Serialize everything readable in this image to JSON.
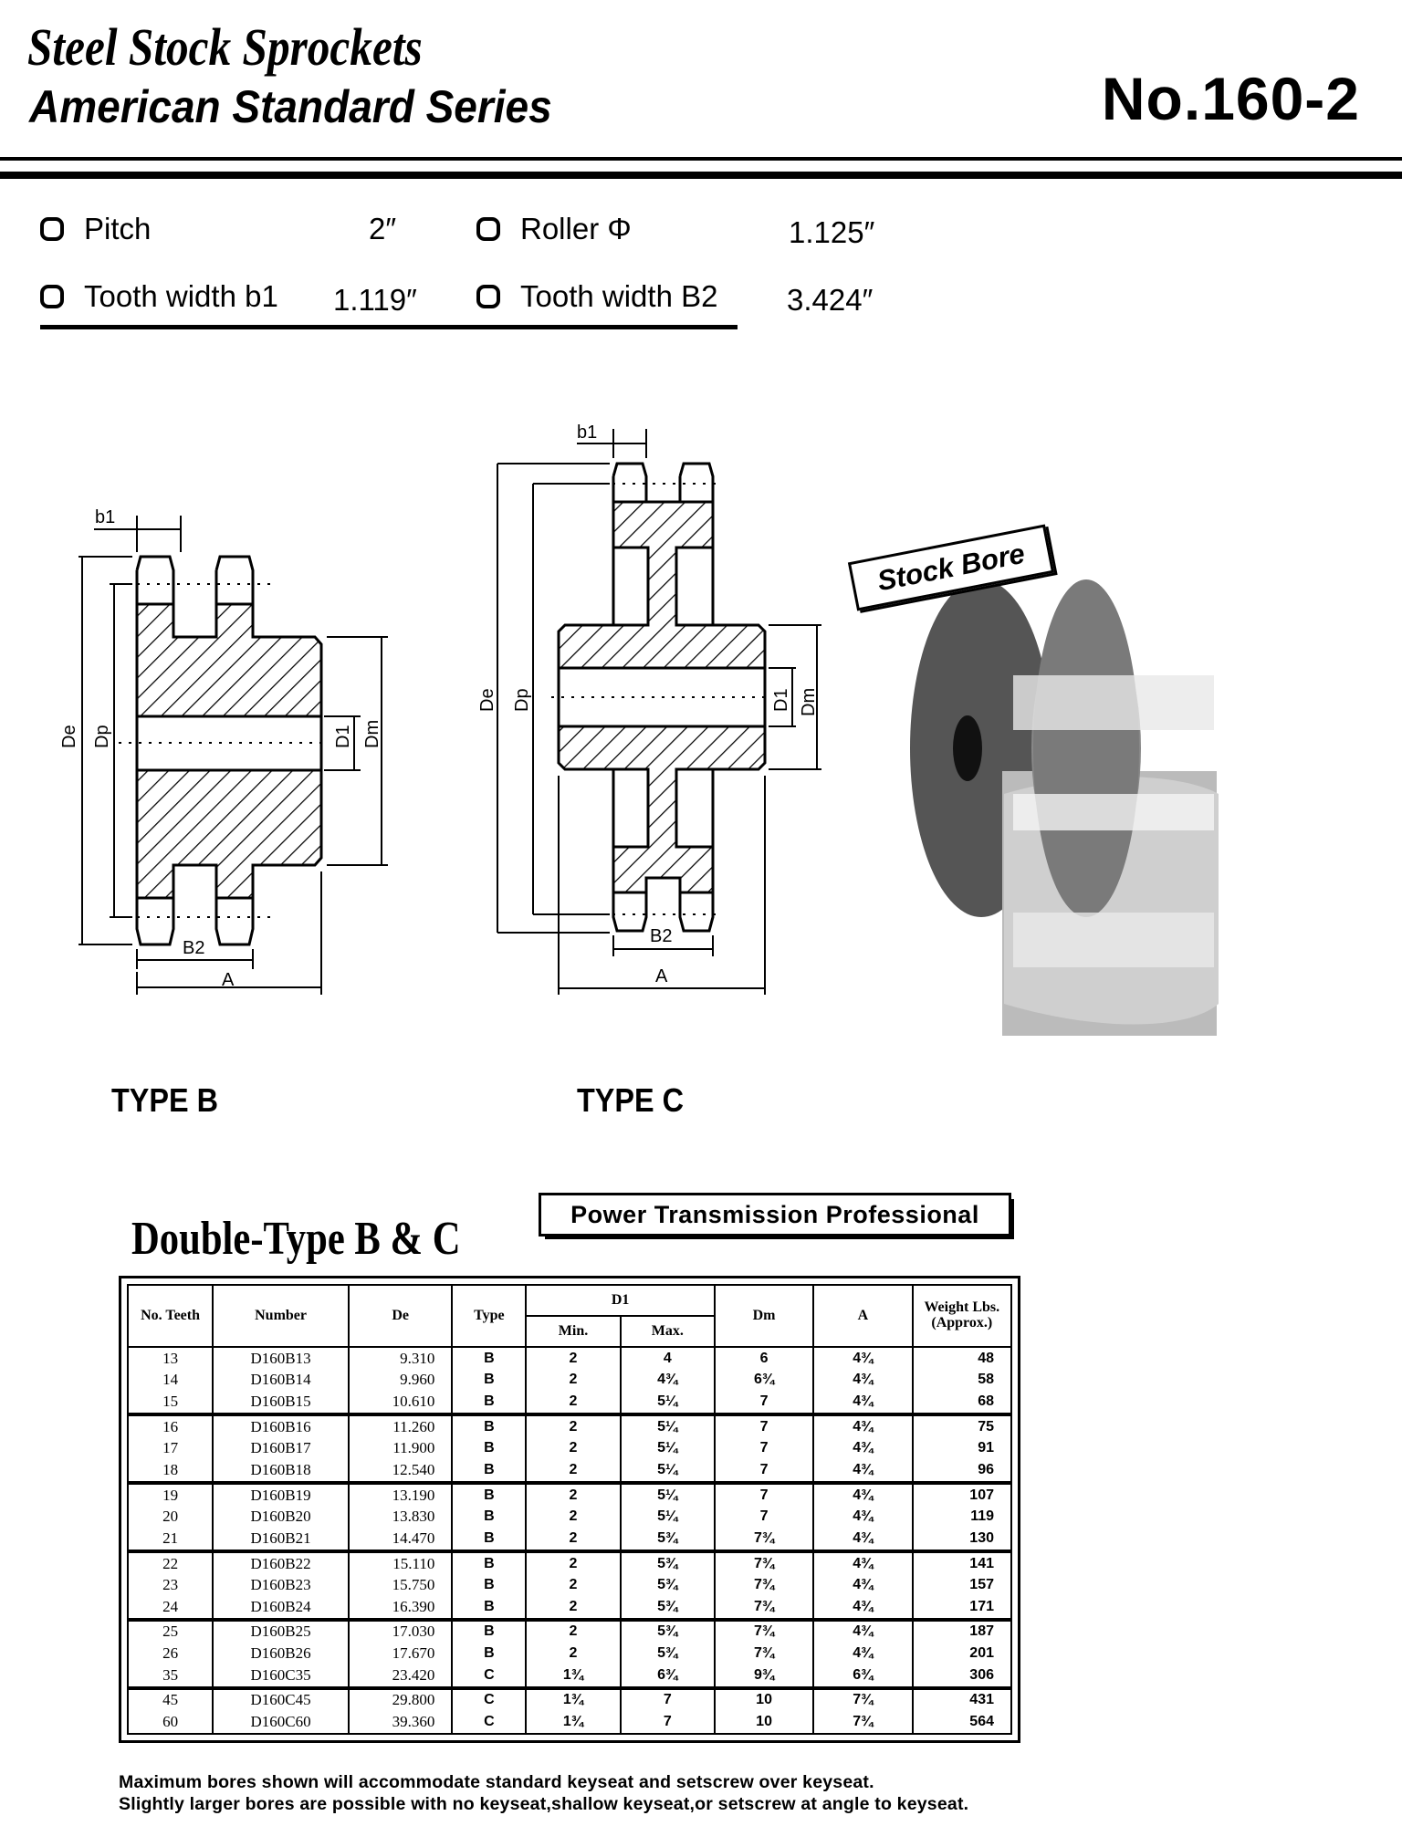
{
  "header": {
    "title_line1": "Steel Stock Sprockets",
    "title_line2": "American Standard Series",
    "model_number": "No.160-2"
  },
  "specs": [
    {
      "label": "Pitch",
      "value": "2″"
    },
    {
      "label": "Roller Φ",
      "value": "1.125″"
    },
    {
      "label": "Tooth width b1",
      "value": "1.119″"
    },
    {
      "label": "Tooth width B2",
      "value": "3.424″"
    }
  ],
  "diagrams": {
    "type_b_label": "TYPE B",
    "type_c_label": "TYPE C",
    "dimension_labels": {
      "b1": "b1",
      "De": "De",
      "Dp": "Dp",
      "D1": "D1",
      "Dm": "Dm",
      "B2": "B2",
      "A": "A"
    },
    "stock_bore_badge": "Stock Bore"
  },
  "tagline": "Power Transmission Professional",
  "table_title": "Double-Type B & C",
  "table": {
    "headers": {
      "teeth": "No. Teeth",
      "number": "Number",
      "de": "De",
      "type": "Type",
      "d1": "D1",
      "d1_min": "Min.",
      "d1_max": "Max.",
      "dm": "Dm",
      "a": "A",
      "weight": "Weight Lbs. (Approx.)"
    },
    "rows": [
      {
        "teeth": "13",
        "number": "D160B13",
        "de": "9.310",
        "type": "B",
        "min": "2",
        "max": "4",
        "dm": "6",
        "a": "4¾",
        "weight": "48"
      },
      {
        "teeth": "14",
        "number": "D160B14",
        "de": "9.960",
        "type": "B",
        "min": "2",
        "max": "4¾",
        "dm": "6¾",
        "a": "4¾",
        "weight": "58"
      },
      {
        "teeth": "15",
        "number": "D160B15",
        "de": "10.610",
        "type": "B",
        "min": "2",
        "max": "5¼",
        "dm": "7",
        "a": "4¾",
        "weight": "68"
      },
      {
        "teeth": "16",
        "number": "D160B16",
        "de": "11.260",
        "type": "B",
        "min": "2",
        "max": "5¼",
        "dm": "7",
        "a": "4¾",
        "weight": "75"
      },
      {
        "teeth": "17",
        "number": "D160B17",
        "de": "11.900",
        "type": "B",
        "min": "2",
        "max": "5¼",
        "dm": "7",
        "a": "4¾",
        "weight": "91"
      },
      {
        "teeth": "18",
        "number": "D160B18",
        "de": "12.540",
        "type": "B",
        "min": "2",
        "max": "5¼",
        "dm": "7",
        "a": "4¾",
        "weight": "96"
      },
      {
        "teeth": "19",
        "number": "D160B19",
        "de": "13.190",
        "type": "B",
        "min": "2",
        "max": "5¼",
        "dm": "7",
        "a": "4¾",
        "weight": "107"
      },
      {
        "teeth": "20",
        "number": "D160B20",
        "de": "13.830",
        "type": "B",
        "min": "2",
        "max": "5¼",
        "dm": "7",
        "a": "4¾",
        "weight": "119"
      },
      {
        "teeth": "21",
        "number": "D160B21",
        "de": "14.470",
        "type": "B",
        "min": "2",
        "max": "5¾",
        "dm": "7¾",
        "a": "4¾",
        "weight": "130"
      },
      {
        "teeth": "22",
        "number": "D160B22",
        "de": "15.110",
        "type": "B",
        "min": "2",
        "max": "5¾",
        "dm": "7¾",
        "a": "4¾",
        "weight": "141"
      },
      {
        "teeth": "23",
        "number": "D160B23",
        "de": "15.750",
        "type": "B",
        "min": "2",
        "max": "5¾",
        "dm": "7¾",
        "a": "4¾",
        "weight": "157"
      },
      {
        "teeth": "24",
        "number": "D160B24",
        "de": "16.390",
        "type": "B",
        "min": "2",
        "max": "5¾",
        "dm": "7¾",
        "a": "4¾",
        "weight": "171"
      },
      {
        "teeth": "25",
        "number": "D160B25",
        "de": "17.030",
        "type": "B",
        "min": "2",
        "max": "5¾",
        "dm": "7¾",
        "a": "4¾",
        "weight": "187"
      },
      {
        "teeth": "26",
        "number": "D160B26",
        "de": "17.670",
        "type": "B",
        "min": "2",
        "max": "5¾",
        "dm": "7¾",
        "a": "4¾",
        "weight": "201"
      },
      {
        "teeth": "35",
        "number": "D160C35",
        "de": "23.420",
        "type": "C",
        "min": "1¾",
        "max": "6¾",
        "dm": "9¾",
        "a": "6¾",
        "weight": "306"
      },
      {
        "teeth": "45",
        "number": "D160C45",
        "de": "29.800",
        "type": "C",
        "min": "1¾",
        "max": "7",
        "dm": "10",
        "a": "7¾",
        "weight": "431"
      },
      {
        "teeth": "60",
        "number": "D160C60",
        "de": "39.360",
        "type": "C",
        "min": "1¾",
        "max": "7",
        "dm": "10",
        "a": "7¾",
        "weight": "564"
      }
    ]
  },
  "footnotes": [
    "Maximum bores shown will accommodate standard keyseat and setscrew over keyseat.",
    "Slightly larger bores are possible with no keyseat,shallow keyseat,or setscrew at angle to keyseat."
  ]
}
